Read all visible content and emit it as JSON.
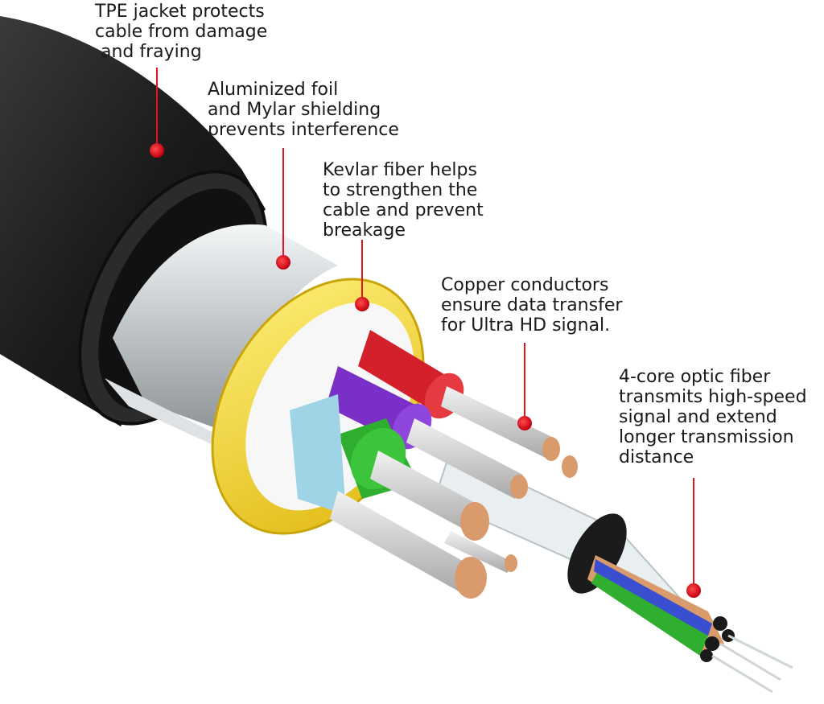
{
  "callouts": {
    "jacket": {
      "text": "TPE jacket protects\ncable from damage\n and fraying"
    },
    "foil": {
      "text": "Aluminized foil\nand Mylar shielding\nprevents interference"
    },
    "kevlar": {
      "text": "Kevlar fiber helps\nto strengthen the\ncable and prevent\nbreakage"
    },
    "copper": {
      "text": "Copper conductors\nensure data transfer\nfor Ultra HD signal."
    },
    "optic": {
      "text": "4-core optic fiber\ntransmits high-speed\nsignal and extend\nlonger transmission\ndistance"
    }
  },
  "colors": {
    "marker": "#e0141e",
    "jacket": "#1b1b1b",
    "foil": "#cfd3d6",
    "kevlar": "#f2d21f",
    "copper": "#d99a6c",
    "red_wire": "#d3202a",
    "purple_wire": "#7a2fc6",
    "green_wire": "#2fae2f",
    "lightblue_wire": "#9fd3e6"
  }
}
